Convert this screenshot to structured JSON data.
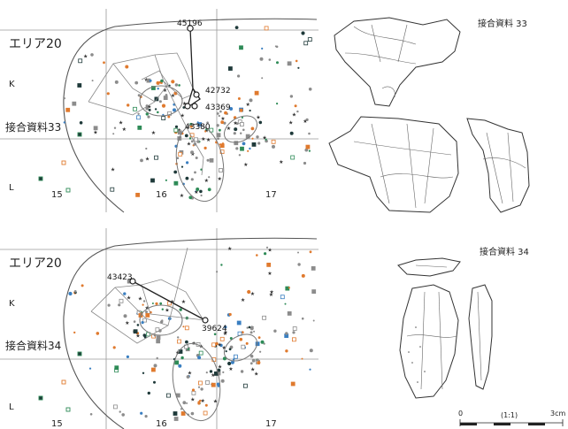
{
  "panels": [
    {
      "area_label": "エリア20",
      "refit_label": "接合資料33",
      "row_k": "K",
      "row_l": "L",
      "col_labels": [
        "15",
        "16",
        "17"
      ],
      "id_labels": [
        "45196",
        "42732",
        "43369",
        "43380"
      ],
      "drawing_label": "接合資料 33"
    },
    {
      "area_label": "エリア20",
      "refit_label": "接合資料34",
      "row_k": "K",
      "row_l": "L",
      "col_labels": [
        "15",
        "16",
        "17"
      ],
      "id_labels": [
        "43423",
        "39624"
      ],
      "drawing_label": "接合資料 34"
    }
  ],
  "scale_bar": {
    "start": "0",
    "ratio": "(1:1)",
    "end": "3cm"
  },
  "colors": {
    "ink": "#333333",
    "gray": "#8c8c8c",
    "orange": "#e07a2e",
    "green": "#2e8b57",
    "blue": "#3a7fc1",
    "dark": "#1f3a3a"
  }
}
